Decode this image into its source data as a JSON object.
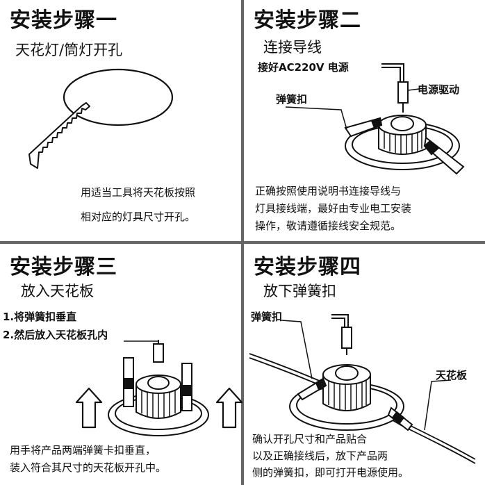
{
  "step1": {
    "title": "安装步骤一",
    "subtitle": "天花灯/筒灯开孔",
    "desc_line1": "用适当工具将天花板按照",
    "desc_line2": "相对应的灯具尺寸开孔。"
  },
  "step2": {
    "title": "安装步骤二",
    "subtitle": "连接导线",
    "note": "接好AC220V 电源",
    "label_driver": "电源驱动",
    "label_spring": "弹簧扣",
    "desc_line1": "正确按照使用说明书连接导线与",
    "desc_line2": "灯具接线端，最好由专业电工安装",
    "desc_line3": "操作，敬请遵循接线安全规范。"
  },
  "step3": {
    "title": "安装步骤三",
    "subtitle": "放入天花板",
    "item1": "1.将弹簧扣垂直",
    "item2": "2.然后放入天花板孔内",
    "desc_line1": "用手将产品两端弹簧卡扣垂直，",
    "desc_line2": "装入符合其尺寸的天花板开孔中。"
  },
  "step4": {
    "title": "安装步骤四",
    "subtitle": "放下弹簧扣",
    "label_spring": "弹簧扣",
    "label_ceiling": "天花板",
    "desc_line1": "确认开孔尺寸和产品贴合",
    "desc_line2": "以及正确接线后，放下产品两",
    "desc_line3": "侧的弹簧扣，即可打开电源使用。"
  }
}
